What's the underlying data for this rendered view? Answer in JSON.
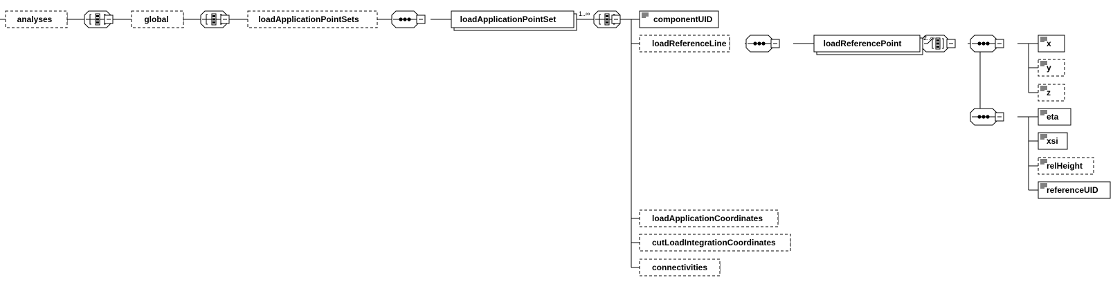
{
  "elements": {
    "analyses": "analyses",
    "global": "global",
    "loadApplicationPointSets": "loadApplicationPointSets",
    "loadApplicationPointSet": "loadApplicationPointSet",
    "componentUID": "componentUID",
    "loadReferenceLine": "loadReferenceLine",
    "loadReferencePoint": "loadReferencePoint",
    "x": "x",
    "y": "y",
    "z": "z",
    "eta": "eta",
    "xsi": "xsi",
    "relHeight": "relHeight",
    "referenceUID": "referenceUID",
    "loadApplicationCoordinates": "loadApplicationCoordinates",
    "cutLoadIntegrationCoordinates": "cutLoadIntegrationCoordinates",
    "connectivities": "connectivities"
  },
  "cardinality": {
    "loadApplicationPointSet": "1..∞",
    "loadReferencePoint": "2..∞"
  }
}
